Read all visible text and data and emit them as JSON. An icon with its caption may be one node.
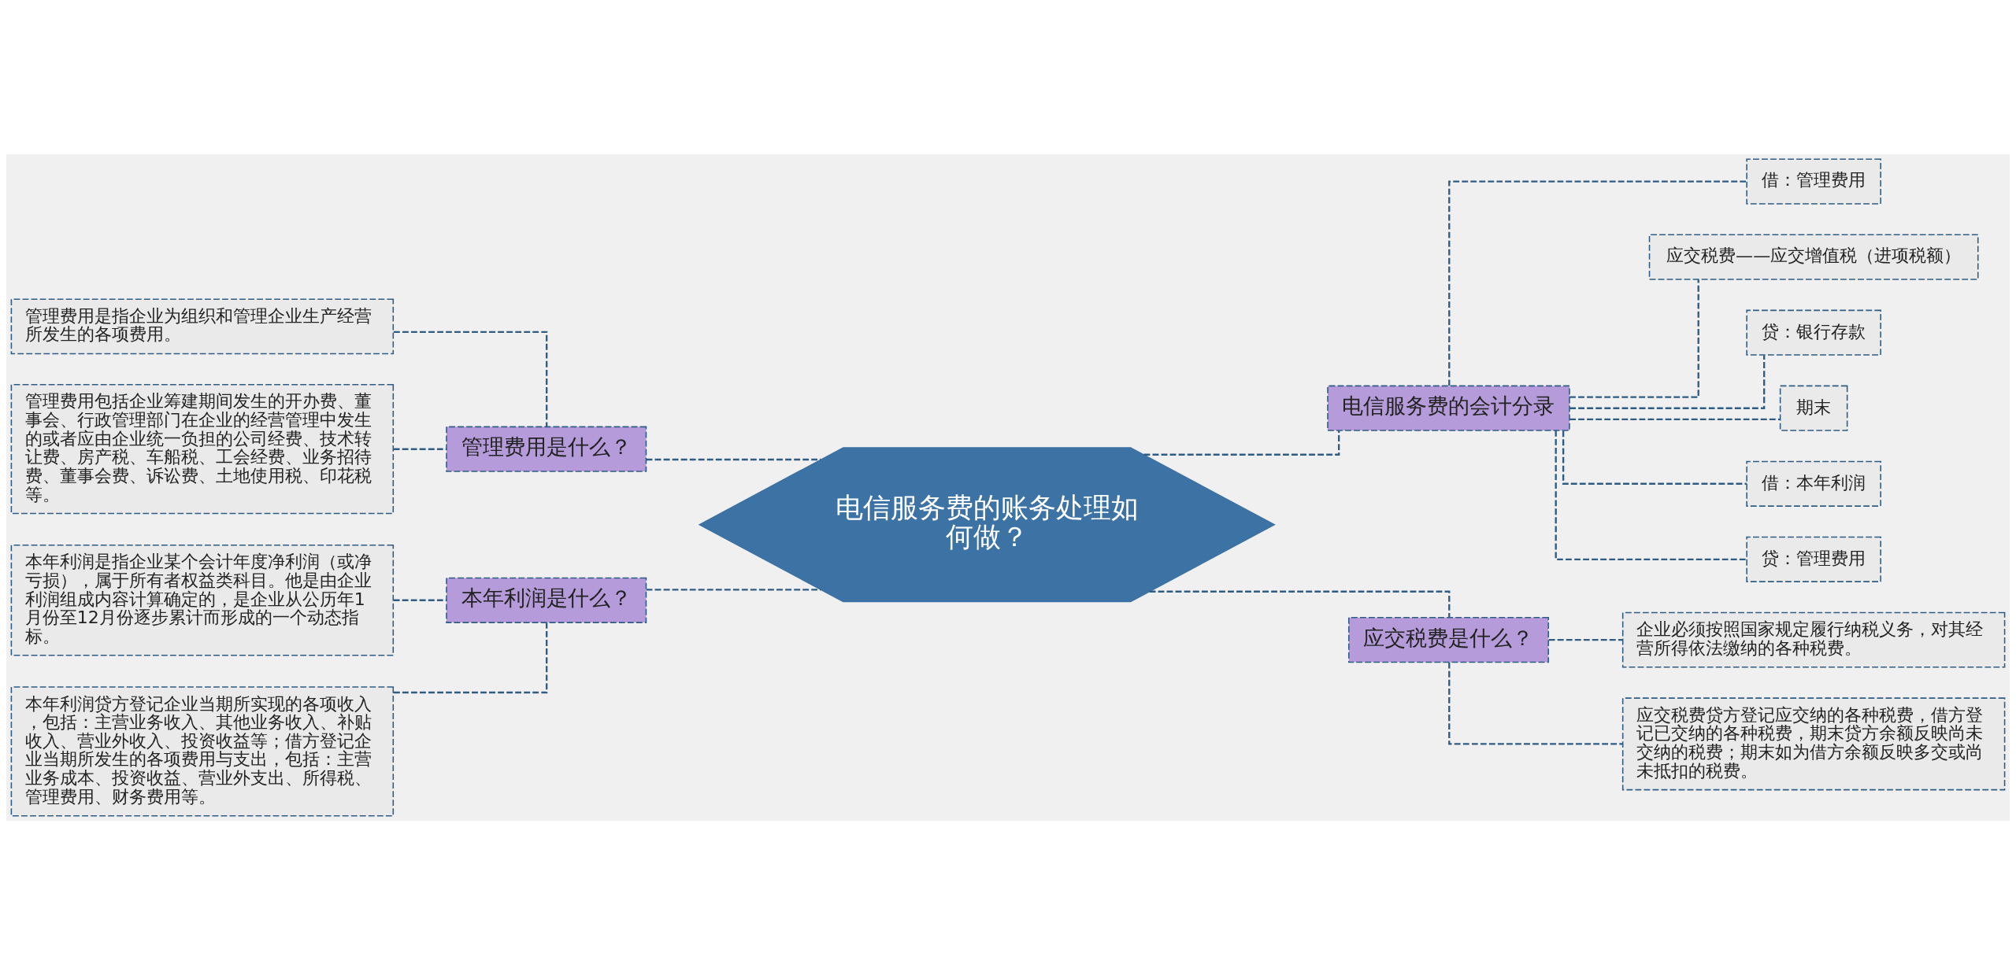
{
  "diagram": {
    "nodes": [
      {
        "text": [
          "电信服务费的账务处理如何做？"
        ]
      },
      {
        "text": [
          "管理费用是什么？"
        ]
      },
      {
        "text": [
          "管理费用是指企业为组织和管理企业生产经营所发生的各项费用。"
        ]
      },
      {
        "text": [
          "管理费用包括企业筹建期间发生的开办费、董事会、行政管理部门在企业的经营管理中发生的或者应由企业统一负担的公司经费、技术转让费、房产税、车船税、工会经费、业务招待费、董事会费、诉讼费、土地使用税、印花税等。"
        ]
      },
      {
        "text": [
          "本年利润是什么？"
        ]
      },
      {
        "text": [
          "本年利润是指企业某个会计年度净利润（或净亏损），属于所有者权益类科目。他是由企业利润组成内容计算确定的，是企业从公历年1月份至12月份逐步累计而形成的一个动态指标。"
        ]
      },
      {
        "text": [
          "本年利润贷方登记企业当期所实现的各项收入，包括：主营业务收入、其他业务收入、补贴收入、营业外收入、投资收益等；借方登记企业当期所发生的各项费用与支出，包括：主营业务成本、投资收益、营业外支出、所得税、管理费用、财务费用等。"
        ]
      },
      {
        "text": [
          "电信服务费的会计分录"
        ]
      },
      {
        "text": [
          "借：管理费用"
        ]
      },
      {
        "text": [
          "应交税费——应交增值税（进项税额）"
        ]
      },
      {
        "text": [
          "贷：银行存款"
        ]
      },
      {
        "text": [
          "期末"
        ]
      },
      {
        "text": [
          "借：本年利润"
        ]
      },
      {
        "text": [
          "贷：管理费用"
        ]
      },
      {
        "text": [
          "应交税费是什么？"
        ]
      },
      {
        "text": [
          "企业必须按照国家规定履行纳税义务，对其经营所得依法缴纳的各种税费。"
        ]
      },
      {
        "text": [
          "应交税费贷方登记应交纳的各种税费，借方登记已交纳的各种税费，期末贷方余额反映尚未交纳的税费；期末如为借方余额反映多交或尚未抵扣的税费。"
        ]
      }
    ],
    "edges": [
      {
        "from": 0,
        "to": 1,
        "arrow": "none",
        "style": "dashed"
      },
      {
        "from": 1,
        "to": 2,
        "arrow": "none",
        "style": "dashed"
      },
      {
        "from": 1,
        "to": 3,
        "arrow": "none",
        "style": "dashed"
      },
      {
        "from": 0,
        "to": 4,
        "arrow": "none",
        "style": "dashed"
      },
      {
        "from": 4,
        "to": 5,
        "arrow": "none",
        "style": "dashed"
      },
      {
        "from": 4,
        "to": 6,
        "arrow": "none",
        "style": "dashed"
      },
      {
        "from": 0,
        "to": 7,
        "arrow": "none",
        "style": "dashed"
      },
      {
        "from": 7,
        "to": 8,
        "arrow": "none",
        "style": "dashed"
      },
      {
        "from": 7,
        "to": 9,
        "arrow": "none",
        "style": "dashed"
      },
      {
        "from": 7,
        "to": 10,
        "arrow": "none",
        "style": "dashed"
      },
      {
        "from": 7,
        "to": 11,
        "arrow": "none",
        "style": "dashed"
      },
      {
        "from": 7,
        "to": 12,
        "arrow": "none",
        "style": "dashed"
      },
      {
        "from": 7,
        "to": 13,
        "arrow": "none",
        "style": "dashed"
      },
      {
        "from": 0,
        "to": 14,
        "arrow": "none",
        "style": "dashed"
      },
      {
        "from": 14,
        "to": 15,
        "arrow": "none",
        "style": "dashed"
      },
      {
        "from": 14,
        "to": 16,
        "arrow": "none",
        "style": "dashed"
      }
    ]
  }
}
